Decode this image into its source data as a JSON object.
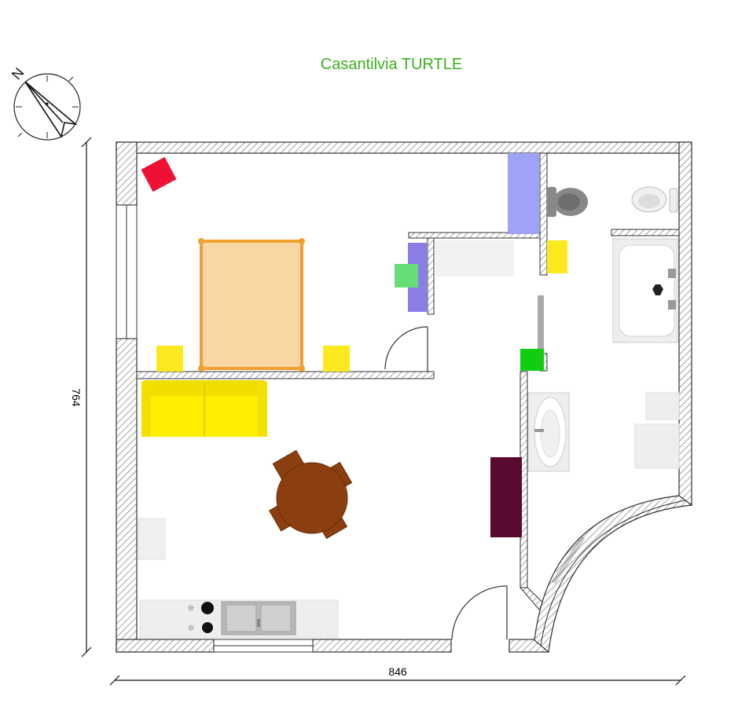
{
  "title": "Casantilvia TURTLE",
  "colors": {
    "title": "#3cb01e",
    "wall_line": "#333333",
    "hatch": "#555555",
    "bed": "#f8d7a4",
    "bed_frame": "#f0a030",
    "sofa": "#ffee00",
    "table": "#8b3f10",
    "red_box": "#ee1133",
    "lavender": "#9fa3f5",
    "purple": "#8a7de6",
    "light_green": "#66dd77",
    "green": "#11cc11",
    "dark_purple": "#5a0a30",
    "yellow": "#fbe81e",
    "fixture_gray": "#e8e8e8"
  },
  "compass": {
    "label": "N"
  },
  "dimensions": {
    "width": "846",
    "height": "764"
  }
}
